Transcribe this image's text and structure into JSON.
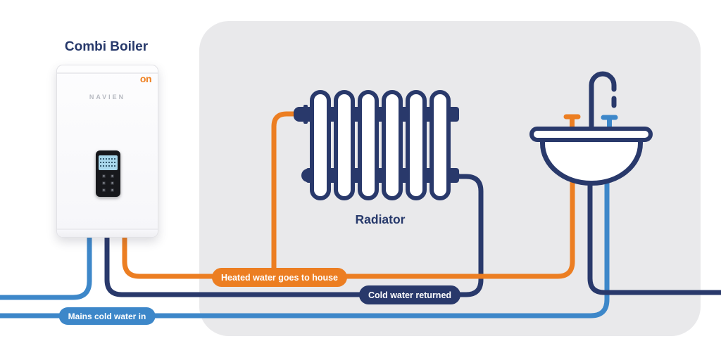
{
  "boiler": {
    "title": "Combi Boiler",
    "brand": "NAVIEN",
    "logo": "on",
    "control_panel": {
      "lcd_rows": 3,
      "keypad_buttons": 6
    }
  },
  "radiator": {
    "label": "Radiator",
    "fin_count": 6
  },
  "pipes": {
    "heated_water": {
      "label": "Heated water goes to house",
      "color": "#EC7E22"
    },
    "cold_water_returned": {
      "label": "Cold water returned",
      "color": "#29396B"
    },
    "mains_cold_water": {
      "label": "Mains cold water in",
      "color": "#3D87C9"
    },
    "drain": {
      "color": "#29396B"
    }
  },
  "colors": {
    "navy": "#29396B",
    "orange": "#EC7E22",
    "blue": "#3D87C9",
    "panel_gray": "#E9E9EB",
    "lcd_blue": "#A9D8EC",
    "text_navy": "#27396B",
    "background": "#FFFFFF"
  }
}
